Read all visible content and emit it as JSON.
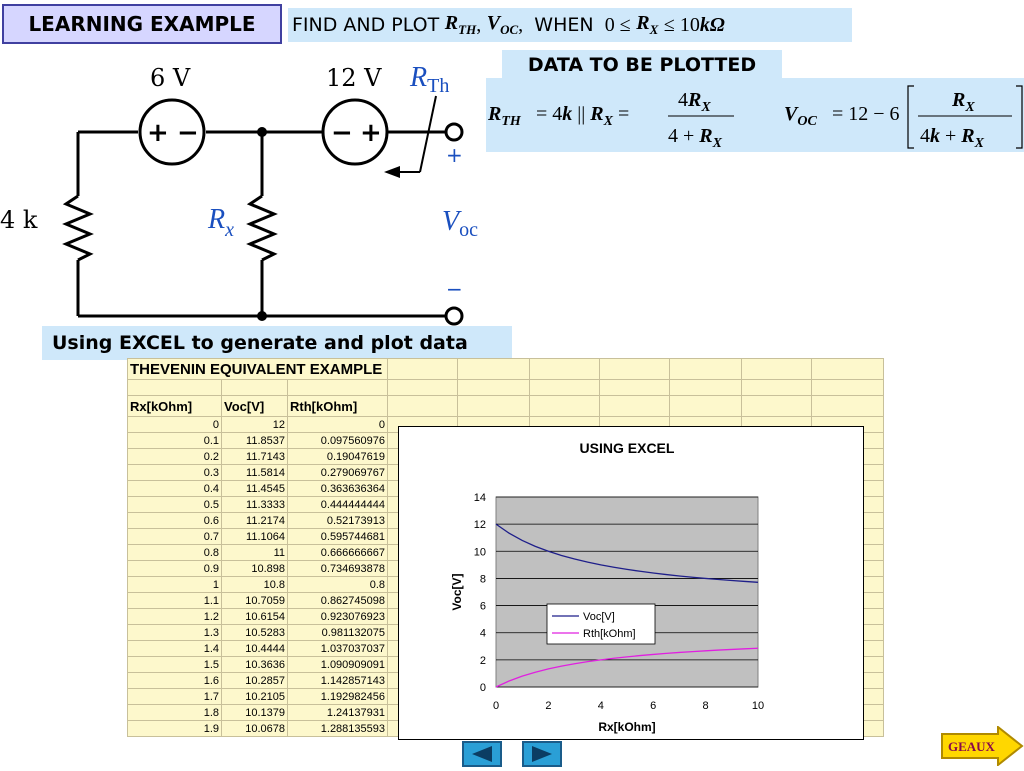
{
  "header": {
    "title": "LEARNING EXAMPLE",
    "find_prefix": "FIND  AND  PLOT",
    "rth": "R",
    "rth_sub": "TH",
    "voc": "V",
    "voc_sub": "OC",
    "when": "WHEN",
    "range_lo": "0 ≤",
    "rx": "R",
    "rx_sub": "X",
    "range_hi": "≤ 10",
    "range_unit": "kΩ"
  },
  "data_section": {
    "label": "DATA TO BE PLOTTED"
  },
  "circuit": {
    "source1": "6 V",
    "source2": "12 V",
    "resistor1": "4 k",
    "rx_label": "R",
    "rx_sub": "x",
    "rth_label": "R",
    "rth_sub": "Th",
    "voc_label": "V",
    "voc_sub": "oc",
    "plus": "+",
    "minus": "−"
  },
  "excel_label": "Using EXCEL to generate and plot data",
  "sheet": {
    "title": "THEVENIN EQUIVALENT EXAMPLE",
    "headers": [
      "Rx[kOhm]",
      "Voc[V]",
      "Rth[kOhm]"
    ],
    "rows": [
      [
        "0",
        "12",
        "0"
      ],
      [
        "0.1",
        "11.8537",
        "0.097560976"
      ],
      [
        "0.2",
        "11.7143",
        "0.19047619"
      ],
      [
        "0.3",
        "11.5814",
        "0.279069767"
      ],
      [
        "0.4",
        "11.4545",
        "0.363636364"
      ],
      [
        "0.5",
        "11.3333",
        "0.444444444"
      ],
      [
        "0.6",
        "11.2174",
        "0.52173913"
      ],
      [
        "0.7",
        "11.1064",
        "0.595744681"
      ],
      [
        "0.8",
        "11",
        "0.666666667"
      ],
      [
        "0.9",
        "10.898",
        "0.734693878"
      ],
      [
        "1",
        "10.8",
        "0.8"
      ],
      [
        "1.1",
        "10.7059",
        "0.862745098"
      ],
      [
        "1.2",
        "10.6154",
        "0.923076923"
      ],
      [
        "1.3",
        "10.5283",
        "0.981132075"
      ],
      [
        "1.4",
        "10.4444",
        "1.037037037"
      ],
      [
        "1.5",
        "10.3636",
        "1.090909091"
      ],
      [
        "1.6",
        "10.2857",
        "1.142857143"
      ],
      [
        "1.7",
        "10.2105",
        "1.192982456"
      ],
      [
        "1.8",
        "10.1379",
        "1.24137931"
      ],
      [
        "1.9",
        "10.0678",
        "1.288135593"
      ]
    ]
  },
  "nav": {
    "prev_icon": "prev-arrow-icon",
    "next_icon": "next-arrow-icon",
    "geaux": "GEAUX"
  },
  "colors": {
    "title_bg": "#d6d6ff",
    "highlight_bg": "#cfe8fa",
    "sheet_bg": "#fdf8cc",
    "plot_bg": "#c0c0c0",
    "voc_line": "#1f1f8a",
    "rth_line": "#e020e0",
    "circuit_label": "#1a4fbf"
  },
  "chart_data": {
    "type": "line",
    "title": "USING EXCEL",
    "xlabel": "Rx[kOhm]",
    "ylabel": "Voc[V]",
    "xlim": [
      0,
      10
    ],
    "ylim": [
      0,
      14
    ],
    "xticks": [
      0,
      2,
      4,
      6,
      8,
      10
    ],
    "yticks": [
      0,
      2,
      4,
      6,
      8,
      10,
      12,
      14
    ],
    "grid": true,
    "legend": "center",
    "x": [
      0,
      0.5,
      1,
      1.5,
      2,
      2.5,
      3,
      3.5,
      4,
      4.5,
      5,
      5.5,
      6,
      6.5,
      7,
      7.5,
      8,
      8.5,
      9,
      9.5,
      10
    ],
    "series": [
      {
        "name": "Voc[V]",
        "values": [
          12,
          11.3333,
          10.8,
          10.3636,
          10,
          9.6923,
          9.4286,
          9.2,
          9,
          8.8235,
          8.6667,
          8.5263,
          8.4,
          8.2857,
          8.1818,
          8.087,
          8,
          7.92,
          7.8462,
          7.7778,
          7.7143
        ]
      },
      {
        "name": "Rth[kOhm]",
        "values": [
          0,
          0.4444,
          0.8,
          1.0909,
          1.3333,
          1.5385,
          1.7143,
          1.8667,
          2,
          2.1176,
          2.2222,
          2.3158,
          2.4,
          2.4762,
          2.5455,
          2.6087,
          2.6667,
          2.72,
          2.7692,
          2.8148,
          2.8571
        ]
      }
    ]
  }
}
